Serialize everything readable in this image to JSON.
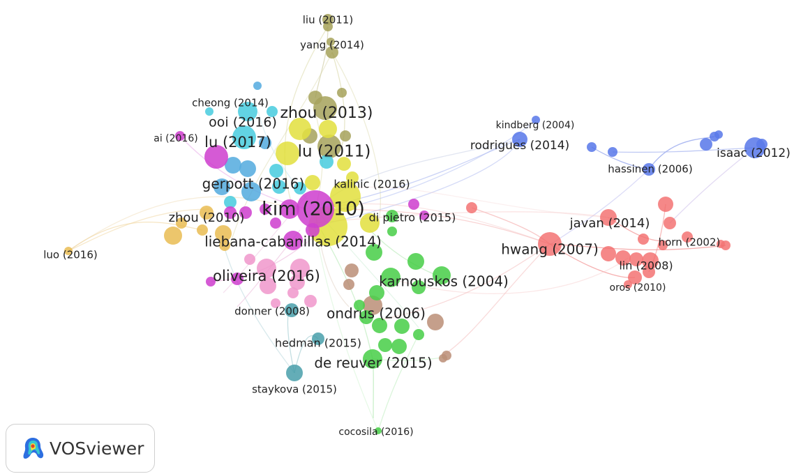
{
  "app": {
    "name": "VOSviewer"
  },
  "clusters": {
    "red": "#f26c6c",
    "green": "#3ecc3e",
    "blue": "#4f6fe8",
    "olive": "#a29d52",
    "magenta": "#cc33cc",
    "cyan": "#3ec9dd",
    "yellow": "#e0de33",
    "orange": "#e8b84a",
    "brown": "#b7896f",
    "pink": "#ef92c8",
    "teal": "#3f9aa6",
    "sky": "#4aa6dd"
  },
  "labels": {
    "liu_2011": "liu (2011)",
    "yang_2014": "yang (2014)",
    "cheong_2014": "cheong (2014)",
    "zhou_2013": "zhou (2013)",
    "ooi_2016": "ooi (2016)",
    "kindberg_2004": "kindberg (2004)",
    "ai_2016": "ai (2016)",
    "lu_2017": "lu (2017)",
    "rodrigues_2014": "rodrigues (2014)",
    "lu_2011": "lu (2011)",
    "isaac_2012": "isaac (2012)",
    "hassinen_2006": "hassinen (2006)",
    "gerpott_2016": "gerpott (2016)",
    "kalinic_2016": "kalinic (2016)",
    "kim_2010": "kim (2010)",
    "zhou_2010": "zhou (2010)",
    "di_pietro_2015": "di pietro (2015)",
    "javan_2014": "javan (2014)",
    "liebana_2014": "liebana-cabanillas (2014)",
    "horn_2002": "horn (2002)",
    "hwang_2007": "hwang (2007)",
    "luo_2016": "luo (2016)",
    "lin_2008": "lin (2008)",
    "oliveira_2016": "oliveira (2016)",
    "karnouskos_2004": "karnouskos (2004)",
    "oros_2010": "oros (2010)",
    "donner_2008": "donner (2008)",
    "ondrus_2006": "ondrus (2006)",
    "hedman_2015": "hedman (2015)",
    "de_reuver_2015": "de reuver (2015)",
    "staykova_2015": "staykova (2015)",
    "cocosila_2016": "cocosila (2016)"
  }
}
